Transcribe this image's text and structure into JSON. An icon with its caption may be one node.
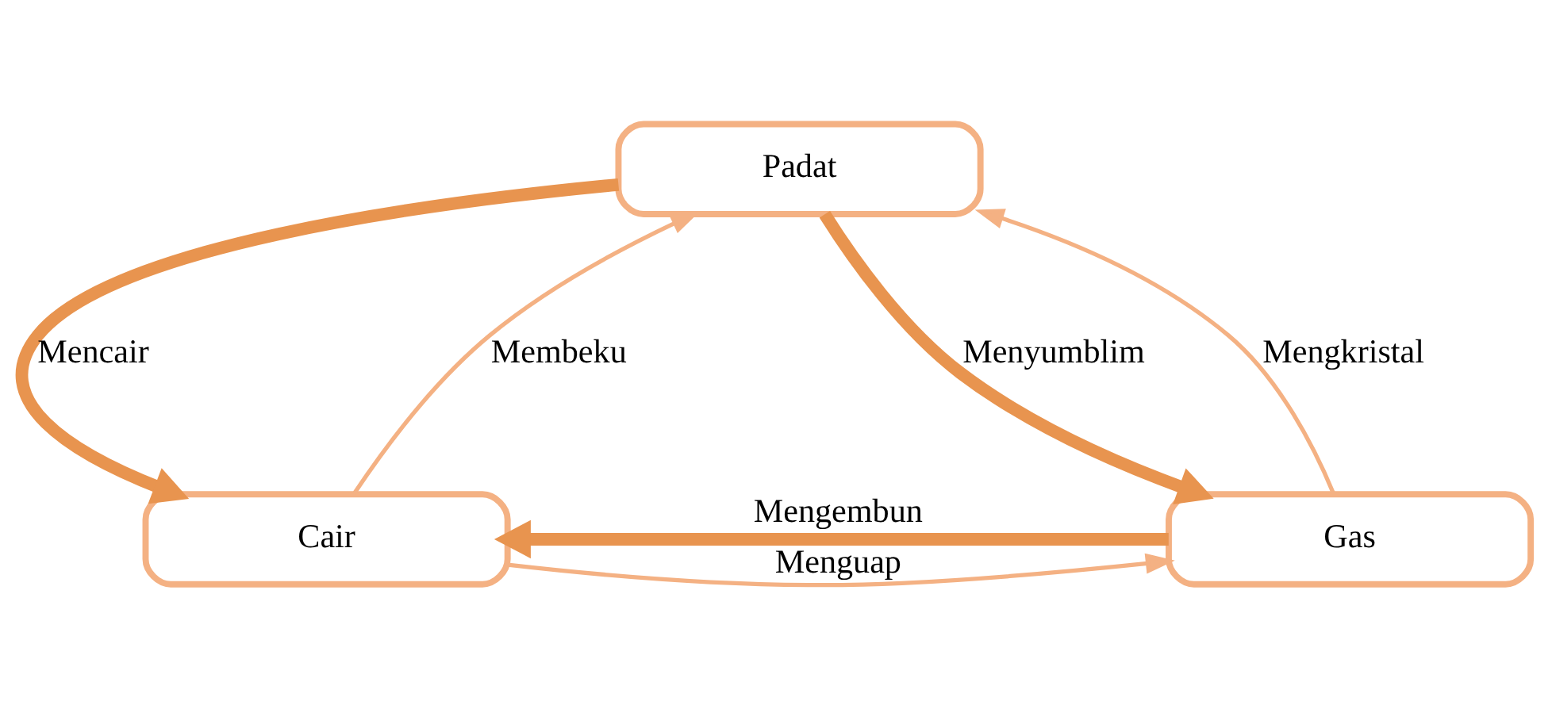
{
  "diagram": {
    "nodes": [
      {
        "text": [
          "Padat"
        ]
      },
      {
        "text": [
          "Cair"
        ]
      },
      {
        "text": [
          "Gas"
        ]
      }
    ],
    "edges": [
      {
        "from": 0,
        "to": 1,
        "arrow": "to",
        "label": "Mencair",
        "style": "thick",
        "color": "#e8944f"
      },
      {
        "from": 1,
        "to": 0,
        "arrow": "to",
        "label": "Membeku"
      },
      {
        "from": 2,
        "to": 0,
        "arrow": "to",
        "label": "Mengkristal"
      },
      {
        "from": 0,
        "to": 2,
        "arrow": "to",
        "label": "Menyumblim",
        "style": "thick",
        "color": "#e8944f"
      },
      {
        "from": 1,
        "to": 2,
        "arrow": "to",
        "label": "Menguap"
      },
      {
        "from": 2,
        "to": 1,
        "arrow": "to",
        "label": "Mengembun",
        "style": "thick",
        "color": "#e8944f"
      }
    ]
  }
}
